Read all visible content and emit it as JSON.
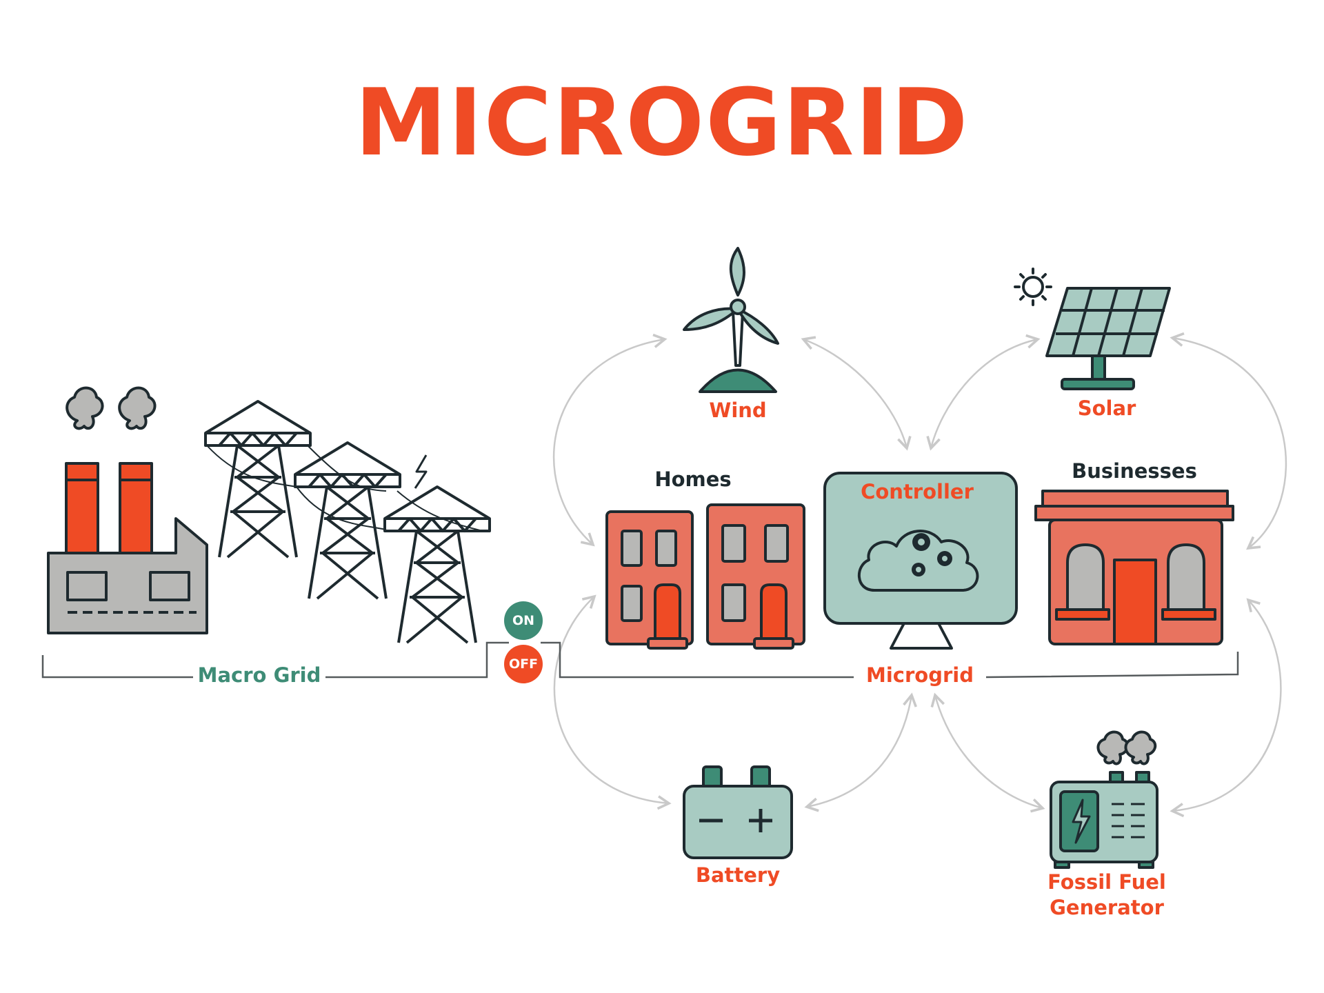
{
  "title": "MICROGRID",
  "colors": {
    "accent_orange": "#ef4b25",
    "brick": "#e8735f",
    "teal_green": "#3e8c76",
    "mint": "#a8cbc2",
    "gray": "#b8b8b6",
    "outline": "#1e2a2f",
    "arrow_gray": "#c9c9c9"
  },
  "labels": {
    "wind": "Wind",
    "solar": "Solar",
    "homes": "Homes",
    "controller": "Controller",
    "businesses": "Businesses",
    "macro_grid": "Macro Grid",
    "microgrid": "Microgrid",
    "battery": "Battery",
    "generator_line1": "Fossil Fuel",
    "generator_line2": "Generator"
  },
  "switch": {
    "on": "ON",
    "off": "OFF"
  },
  "icons": [
    "factory-icon",
    "transmission-tower-icon",
    "lightning-icon",
    "wind-turbine-icon",
    "sun-icon",
    "solar-panel-icon",
    "house-icon",
    "controller-monitor-icon",
    "gear-icon",
    "storefront-icon",
    "battery-icon",
    "generator-icon"
  ]
}
